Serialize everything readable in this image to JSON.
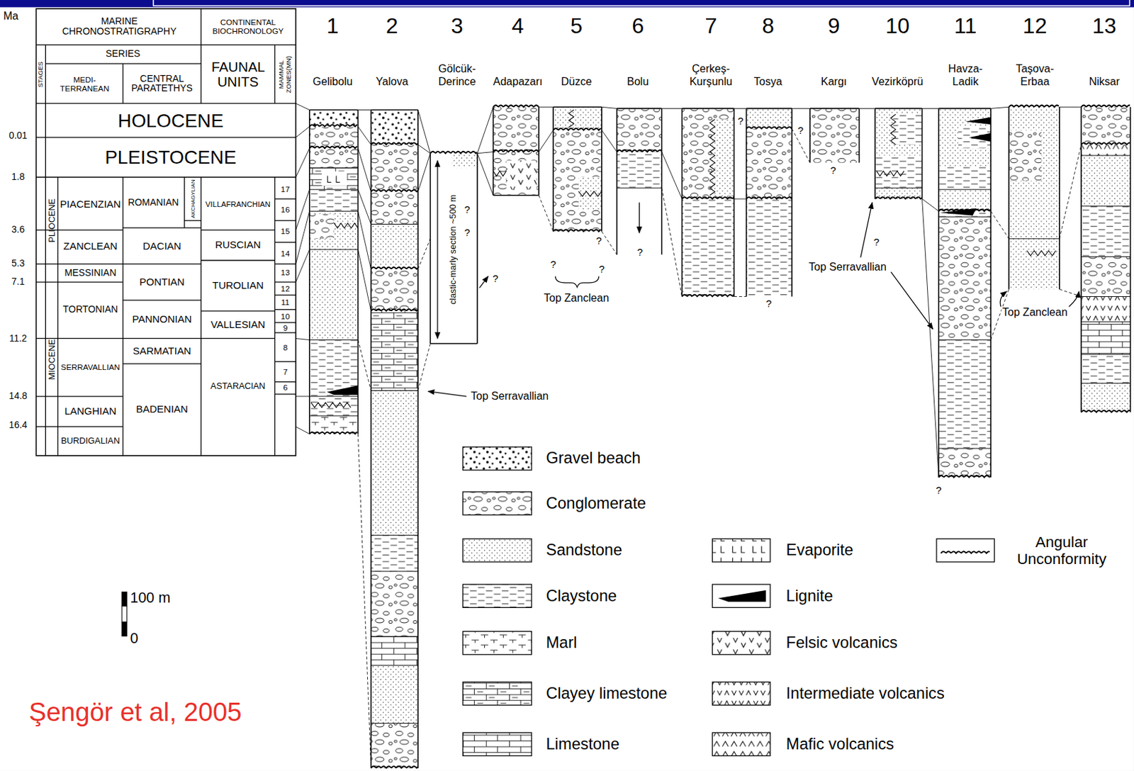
{
  "diagram": {
    "caption": "Şengör et al, 2005",
    "labels": [
      "Ma",
      "MARINE CHRONOSTRATIGRAPHY",
      "CONTINENTAL BIOCHRONOLOGY",
      "STAGES",
      "SERIES",
      "MEDI- TERRANEAN",
      "CENTRAL PARATETHYS",
      "FAUNAL UNITS",
      "MAMMAL ZONES(MN)",
      "HOLOCENE",
      "PLEISTOCENE",
      "PLIOCENE",
      "MIOCENE",
      "PIACENZIAN",
      "ZANCLEAN",
      "MESSINIAN",
      "TORTONIAN",
      "SERRAVALLIAN",
      "LANGHIAN",
      "BURDIGALIAN",
      "ROMANIAN",
      "AKCHAGYLIAN",
      "DACIAN",
      "PONTIAN",
      "PANNONIAN",
      "SARMATIAN",
      "BADENIAN",
      "VILLAFRANCHIAN",
      "RUSCIAN",
      "TUROLIAN",
      "VALLESIAN",
      "ASTARACIAN",
      "17",
      "16",
      "15",
      "14",
      "13",
      "12",
      "11",
      "10",
      "9",
      "8",
      "7",
      "6",
      "0.01",
      "1.8",
      "3.6",
      "5.3",
      "7.1",
      "11.2",
      "14.8",
      "16.4",
      "1",
      "2",
      "3",
      "4",
      "5",
      "6",
      "7",
      "8",
      "9",
      "10",
      "11",
      "12",
      "13",
      "Gelibolu",
      "Yalova",
      "Gölcük- Derince",
      "Adapazarı",
      "Düzce",
      "Bolu",
      "Çerkeş- Kurşunlu",
      "Tosya",
      "Kargı",
      "Vezirköprü",
      "Havza- Ladik",
      "Taşova- Erbaa",
      "Niksar",
      "clastic-marly section ~500 m",
      "Top Serravallian",
      "Top Zanclean",
      "Top Serravallian",
      "Top Zanclean",
      "?",
      "?",
      "?",
      "?",
      "?",
      "?",
      "?",
      "?",
      "?",
      "?",
      "?",
      "?",
      "?",
      "100 m",
      "0"
    ],
    "legend": [
      {
        "text": "Gravel beach"
      },
      {
        "text": "Conglomerate"
      },
      {
        "text": "Sandstone"
      },
      {
        "text": "Claystone"
      },
      {
        "text": "Marl"
      },
      {
        "text": "Clayey limestone"
      },
      {
        "text": "Limestone"
      },
      {
        "text": "Evaporite"
      },
      {
        "text": "Lignite"
      },
      {
        "text": "Felsic volcanics"
      },
      {
        "text": "Intermediate volcanics"
      },
      {
        "text": "Mafic volcanics"
      },
      {
        "text": "Angular Unconformity"
      }
    ]
  }
}
